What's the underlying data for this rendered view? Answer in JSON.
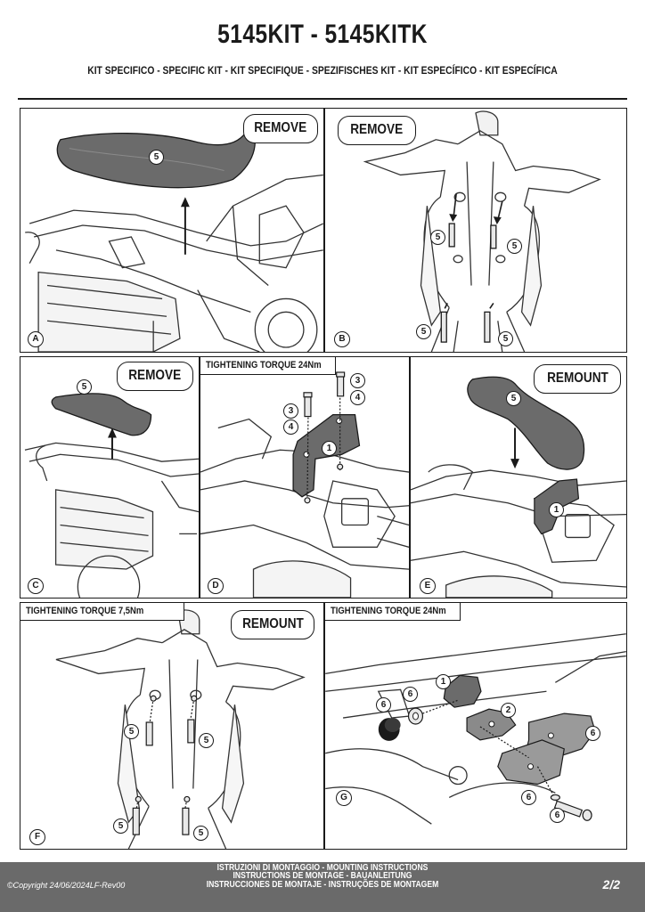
{
  "header": {
    "title": "5145KIT - 5145KITK",
    "subtitle": "KIT SPECIFICO - SPECIFIC KIT - KIT SPECIFIQUE - SPEZIFISCHES KIT - KIT ESPECÍFICO - KIT ESPECÍFICA"
  },
  "panels": {
    "A": {
      "letter": "A",
      "tag": "REMOVE",
      "parts": [
        "5"
      ]
    },
    "B": {
      "letter": "B",
      "tag": "REMOVE",
      "parts": [
        "5",
        "5",
        "5",
        "5"
      ]
    },
    "C": {
      "letter": "C",
      "tag": "REMOVE",
      "parts": [
        "5"
      ]
    },
    "D": {
      "letter": "D",
      "torque": "TIGHTENING TORQUE 24Nm",
      "parts": [
        "3",
        "4",
        "3",
        "4",
        "1"
      ]
    },
    "E": {
      "letter": "E",
      "tag": "REMOUNT",
      "parts": [
        "5",
        "1"
      ]
    },
    "F": {
      "letter": "F",
      "tag": "REMOUNT",
      "torque": "TIGHTENING TORQUE 7,5Nm",
      "parts": [
        "5",
        "5",
        "5",
        "5"
      ]
    },
    "G": {
      "letter": "G",
      "torque": "TIGHTENING TORQUE 24Nm",
      "parts": [
        "6",
        "6",
        "1",
        "2",
        "6",
        "6",
        "6"
      ]
    }
  },
  "footer": {
    "line1": "ISTRUZIONI DI MONTAGGIO  -  MOUNTING INSTRUCTIONS",
    "line2": "INSTRUCTIONS DE MONTAGE - BAUANLEITUNG",
    "line3": "INSTRUCCIONES DE MONTAJE - INSTRUÇÕES DE MONTAGEM",
    "copyright": "©Copyright 24/06/2024LF-Rev00",
    "page": "2/2"
  },
  "colors": {
    "footer_bg": "#6a6a6a",
    "part_dark": "#6b6b6b",
    "line": "#1a1a1a"
  }
}
